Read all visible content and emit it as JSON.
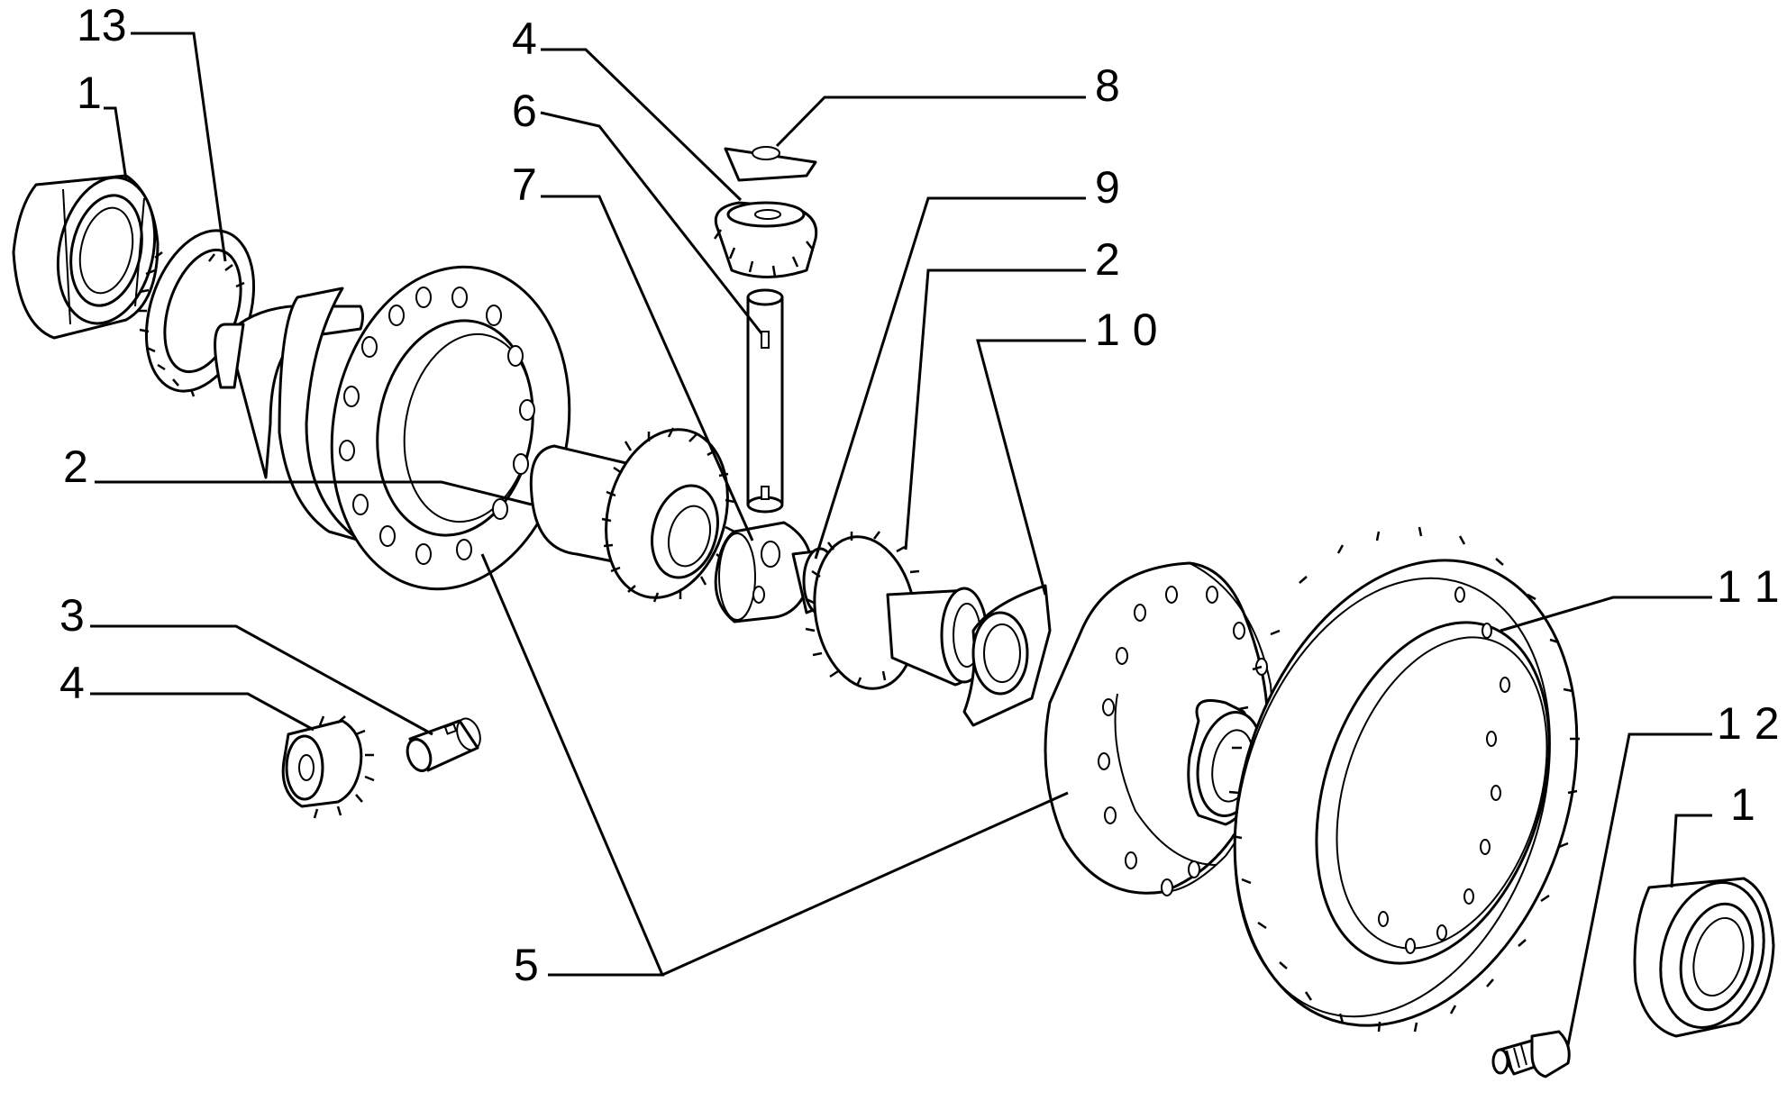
{
  "diagram": {
    "callouts": [
      {
        "id": "c13",
        "label": "13"
      },
      {
        "id": "c1a",
        "label": "1"
      },
      {
        "id": "c4a",
        "label": "4"
      },
      {
        "id": "c8",
        "label": "8"
      },
      {
        "id": "c6",
        "label": "6"
      },
      {
        "id": "c7",
        "label": "7"
      },
      {
        "id": "c9",
        "label": "9"
      },
      {
        "id": "c2a",
        "label": "2"
      },
      {
        "id": "c10",
        "label": "1 0"
      },
      {
        "id": "c2b",
        "label": "2"
      },
      {
        "id": "c3",
        "label": "3"
      },
      {
        "id": "c4b",
        "label": "4"
      },
      {
        "id": "c11",
        "label": "1 1"
      },
      {
        "id": "c12",
        "label": "1 2"
      },
      {
        "id": "c1b",
        "label": "1"
      },
      {
        "id": "c5",
        "label": "5"
      }
    ],
    "colors": {
      "line": "#000000",
      "background": "#ffffff"
    }
  }
}
